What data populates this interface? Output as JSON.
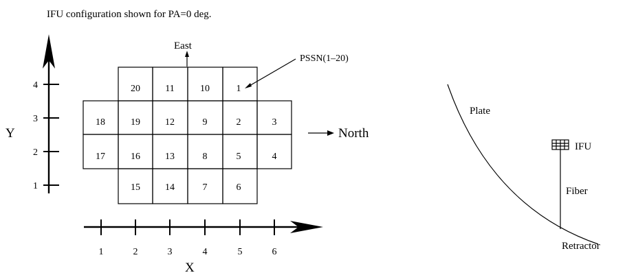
{
  "caption": "IFU configuration shown for PA=0 deg.",
  "directions": {
    "east": "East",
    "north": "North"
  },
  "pssn_label": "PSSN(1–20)",
  "y_axis": {
    "label": "Y",
    "ticks": [
      "1",
      "2",
      "3",
      "4"
    ]
  },
  "x_axis": {
    "label": "X",
    "ticks": [
      "1",
      "2",
      "3",
      "4",
      "5",
      "6"
    ]
  },
  "grid_rows": [
    [
      "",
      "20",
      "11",
      "10",
      "1",
      ""
    ],
    [
      "18",
      "19",
      "12",
      "9",
      "2",
      "3"
    ],
    [
      "17",
      "16",
      "13",
      "8",
      "5",
      "4"
    ],
    [
      "",
      "15",
      "14",
      "7",
      "6",
      ""
    ]
  ],
  "side": {
    "plate": "Plate",
    "ifu": "IFU",
    "fiber": "Fiber",
    "retractor": "Retractor"
  }
}
